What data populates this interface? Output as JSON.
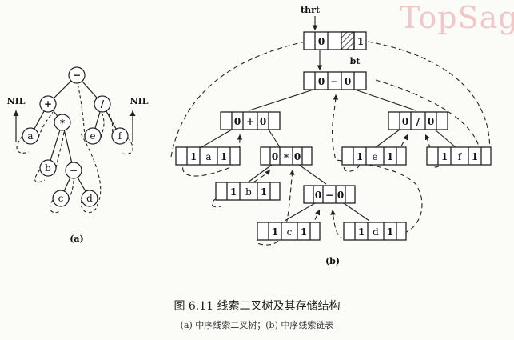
{
  "watermark": "TopSag",
  "figure_a": {
    "label": "(a)",
    "nil_left": "NIL",
    "nil_right": "NIL",
    "nodes": {
      "root": "−",
      "plus": "+",
      "div": "/",
      "a": "a",
      "star": "*",
      "e": "e",
      "f": "f",
      "b": "b",
      "minus": "−",
      "c": "c",
      "d": "d"
    }
  },
  "figure_b": {
    "label": "(b)",
    "thrt_label": "thrt",
    "bt_label": "bt",
    "head": [
      "0",
      "1"
    ],
    "nodes": {
      "root": [
        "0",
        "−",
        "0"
      ],
      "plus": [
        "0",
        "+",
        "0"
      ],
      "div": [
        "0",
        "/",
        "0"
      ],
      "star": [
        "0",
        "*",
        "0"
      ],
      "minus": [
        "0",
        "−",
        "0"
      ],
      "a": [
        "1",
        "a",
        "1"
      ],
      "b": [
        "1",
        "b",
        "1"
      ],
      "c": [
        "1",
        "c",
        "1"
      ],
      "d": [
        "1",
        "d",
        "1"
      ],
      "e": [
        "1",
        "e",
        "1"
      ],
      "f": [
        "1",
        "f",
        "1"
      ]
    }
  },
  "caption": {
    "main": "图 6.11   线索二叉树及其存储结构",
    "sub": "(a) 中序线索二叉树；(b) 中序线索链表"
  }
}
